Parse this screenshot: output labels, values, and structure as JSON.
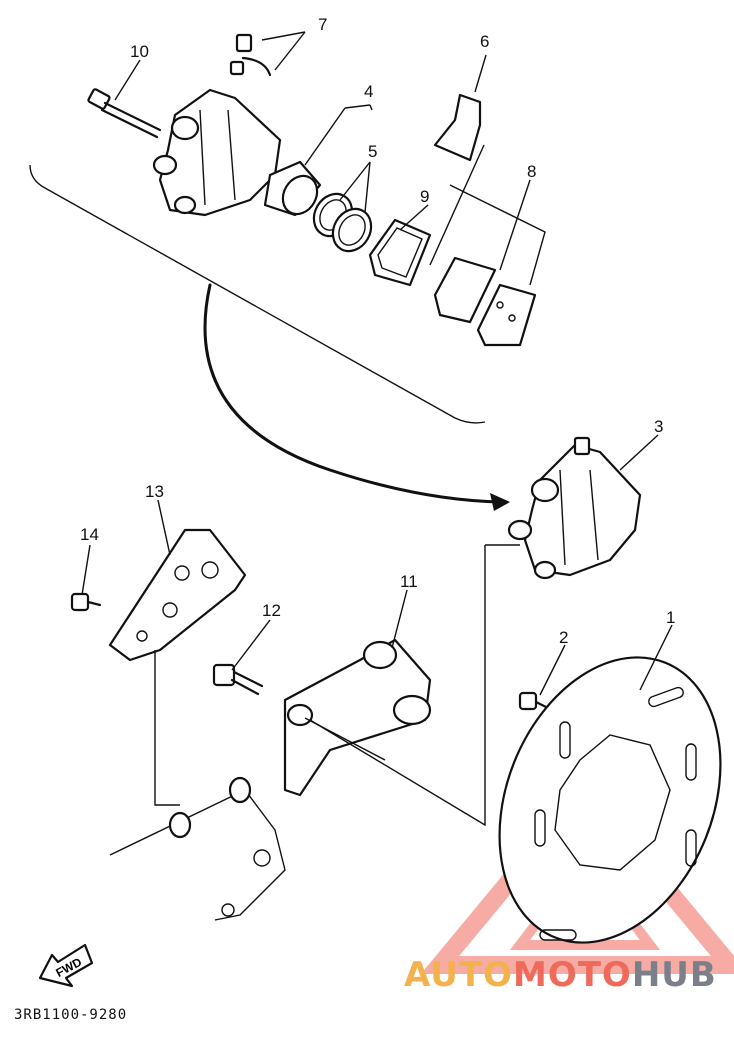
{
  "callouts": {
    "c1": "1",
    "c2": "2",
    "c3": "3",
    "c4": "4",
    "c5": "5",
    "c6": "6",
    "c7": "7",
    "c8": "8",
    "c9": "9",
    "c10": "10",
    "c11": "11",
    "c12": "12",
    "c13": "13",
    "c14": "14"
  },
  "fwd_label": "FWD",
  "code_label": "3RB1100-9280",
  "watermark": {
    "part1": "AUTO",
    "part2": "MOTO",
    "part3": "HUB"
  },
  "colors": {
    "watermark_orange": "#f4b24d",
    "watermark_red": "#ef6a5a",
    "watermark_gray": "#7a7f8a"
  }
}
